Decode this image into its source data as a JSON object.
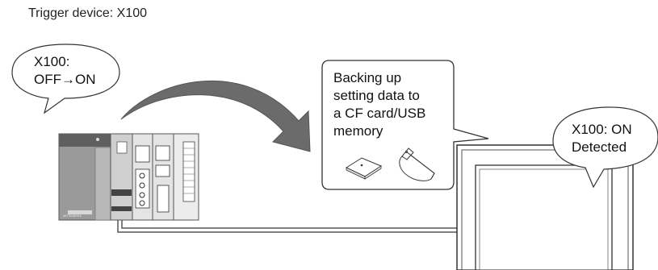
{
  "caption": "Trigger device: X100",
  "plc_bubble": {
    "line1": "X100:",
    "line2": "OFF→ON"
  },
  "backup_bubble": {
    "lines": [
      "Backing up",
      "setting data to",
      "a CF card/USB",
      "memory"
    ]
  },
  "got_bubble": {
    "line1": "X100: ON",
    "line2": "Detected"
  },
  "plc_logo_text": "MITSUBISHI",
  "icons": [
    "plc-icon",
    "cf-card-icon",
    "usb-memory-icon",
    "got-display-icon",
    "curved-arrow-icon"
  ]
}
